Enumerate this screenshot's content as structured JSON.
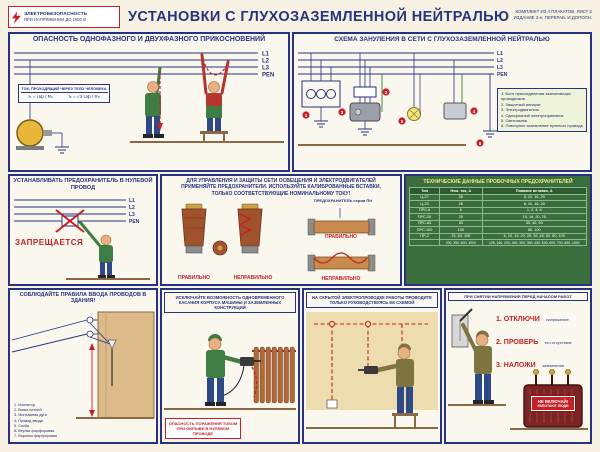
{
  "colors": {
    "navy": "#27337e",
    "red": "#c42127",
    "table_green": "#3a6e3c",
    "paper": "#f6f1e2"
  },
  "header": {
    "badge_line1": "ЭЛЕКТРОБЕЗОПАСНОСТЬ",
    "badge_line2": "ПРИ НАПРЯЖЕНИИ ДО 1000 В",
    "title": "УСТАНОВКИ С ГЛУХОЗАЗЕМЛЕННОЙ НЕЙТРАЛЬЮ",
    "edition_line1": "КОМПЛЕКТ ИЗ 4 ПЛАКАТОВ. ЛИСТ 2",
    "edition_line2": "ИЗДАНИЕ 3-е, ПЕРЕРАБ. И ДОПОЛН."
  },
  "touch_danger": {
    "title": "ОПАСНОСТЬ ОДНОФАЗНОГО И ДВУХФАЗНОГО ПРИКОСНОВЕНИЙ",
    "wires": [
      "L1",
      "L2",
      "L3",
      "PEN"
    ],
    "formula_title": "ТОК, ПРОХОДЯЩИЙ ЧЕРЕЗ ТЕЛО ЧЕЛОВЕКА",
    "formula1": "Iₕ = Uф / Rₕ",
    "formula2": "Iₕ = √3·Uф / Rₕ"
  },
  "zeroing_scheme": {
    "title": "СХЕМА ЗАНУЛЕНИЯ В СЕТИ С ГЛУХОЗАЗЕМЛЕННОЙ НЕЙТРАЛЬЮ",
    "wires": [
      "L1",
      "L2",
      "L3",
      "PEN"
    ],
    "callouts": [
      "1",
      "2",
      "3",
      "4",
      "5",
      "6"
    ],
    "legend": [
      "1. Болт присоединения заземляющих проводников",
      "2. Защитный аппарат",
      "3. Электродвигатель",
      "4. Однофазный электроприемник",
      "5. Светильник",
      "6. Повторное заземление нулевого провода"
    ]
  },
  "fuse_neutral_ban": {
    "title": "УСТАНАВЛИВАТЬ ПРЕДОХРАНИТЕЛЬ В НУЛЕВОЙ ПРОВОД",
    "forbidden": "ЗАПРЕЩАЕТСЯ",
    "wires": [
      "L1",
      "L2",
      "L3",
      "PEN"
    ]
  },
  "fuse_usage": {
    "title_line1": "ДЛЯ УПРАВЛЕНИЯ И ЗАЩИТЫ СЕТИ ОСВЕЩЕНИЯ И ЭЛЕКТРОДВИГАТЕЛЕЙ",
    "title_line2": "ПРИМЕНЯЙТЕ ПРЕДОХРАНИТЕЛИ. ИСПОЛЬЗУЙТЕ КАЛИБРОВАННЫЕ ВСТАВКИ,",
    "title_line3": "ТОЛЬКО СООТВЕТСТВУЮЩИЕ НОМИНАЛЬНОМУ ТОКУ!",
    "pn_label": "ПРЕДОХРАНИТЕЛЬ серии ПН",
    "correct": "ПРАВИЛЬНО",
    "incorrect": "НЕПРАВИЛЬНО"
  },
  "fuse_table": {
    "title": "ТЕХНИЧЕСКИЕ ДАННЫЕ ПРОБОЧНЫХ ПРЕДОХРАНИТЕЛЕЙ",
    "col_type": "Тип",
    "col_current": "Ном. ток, А",
    "col_inserts": "Плавкие вставки, А",
    "rows": [
      [
        "Ц-27",
        "28",
        "6, 10, 16, 20"
      ],
      [
        "Ц-33",
        "28",
        "6, 10, 16, 20"
      ],
      [
        "ПРС-6",
        "6",
        "1, 2, 4, 6"
      ],
      [
        "ПРС-25",
        "25",
        "10, 16, 20, 25"
      ],
      [
        "ПРС-63",
        "63",
        "35, 40, 63"
      ],
      [
        "ПРС-100",
        "100",
        "80, 100"
      ],
      [
        "ПР-2",
        "15, 60, 100",
        "6, 10, 15, 20, 25, 35, 45, 60, 80, 100"
      ],
      [
        "",
        "200, 350, 600, 1000",
        "125, 160, 200, 260, 300, 350, 430, 500, 600, 700, 850, 1000"
      ]
    ]
  },
  "wire_entry": {
    "title": "СОБЛЮДАЙТЕ ПРАВИЛА ВВОДА ПРОВОДОВ В ЗДАНИЯ!",
    "legend": [
      "1. Изолятор",
      "2. Вязка петлей",
      "3. Монтажная дуга",
      "4. Провод ввода",
      "5. Скоба",
      "6. Втулка фарфоровая",
      "7. Воронка фарфоровая"
    ]
  },
  "no_touch": {
    "title": "ИСКЛЮЧАЙТЕ ВОЗМОЖНОСТЬ ОДНОВРЕМЕННОГО КАСАНИЯ КОРПУСА МАШИНЫ И ЗАЗЕМЛЕННЫХ КОНСТРУКЦИЙ",
    "warning": "ОПАСНОСТЬ ПОРАЖЕНИЯ ТОКОМ ПРИ ОБРЫВЕ В НУЛЕВОМ ПРОВОДЕ"
  },
  "hidden_wiring": {
    "title": "НА СКРЫТОЙ ЭЛЕКТРОПРОВОДКЕ РАБОТЫ ПРОВОДИТЕ ТОЛЬКО РУКОВОДСТВУЯСЬ ЕЕ СХЕМОЙ"
  },
  "before_work": {
    "header": "ПРИ СНЯТИИ НАПРЯЖЕНИЯ ПЕРЕД НАЧАЛОМ РАБОТ",
    "steps": [
      {
        "action": "1. ОТКЛЮЧИ",
        "object": "напряжение"
      },
      {
        "action": "2. ПРОВЕРЬ",
        "object": "его отсутствие"
      },
      {
        "action": "3. НАЛОЖИ",
        "object": "заземление"
      }
    ],
    "sign_line1": "НЕ ВКЛЮЧАЙ!",
    "sign_line2": "РАБОТАЮТ ЛЮДИ"
  }
}
